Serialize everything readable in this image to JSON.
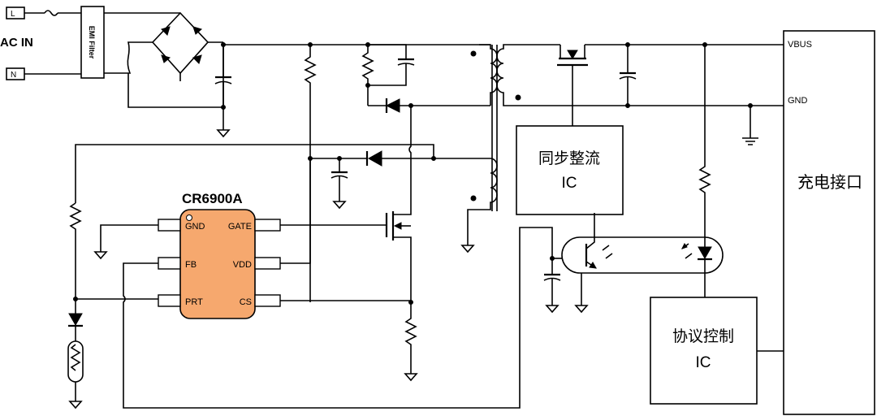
{
  "ac_label": "AC IN",
  "ac_terminals": [
    "L",
    "N"
  ],
  "emi_filter_label": "EMI Filter",
  "controller": {
    "part": "CR6900A",
    "fill_color": "#f6a86e",
    "pins_left": [
      "GND",
      "FB",
      "PRT"
    ],
    "pins_right": [
      "GATE",
      "VDD",
      "CS"
    ]
  },
  "sync_rect_ic": {
    "line1": "同步整流",
    "line2": "IC"
  },
  "protocol_ic": {
    "line1": "协议控制",
    "line2": "IC"
  },
  "charge_port": {
    "label": "充电接口",
    "vbus": "VBUS",
    "gnd": "GND"
  }
}
